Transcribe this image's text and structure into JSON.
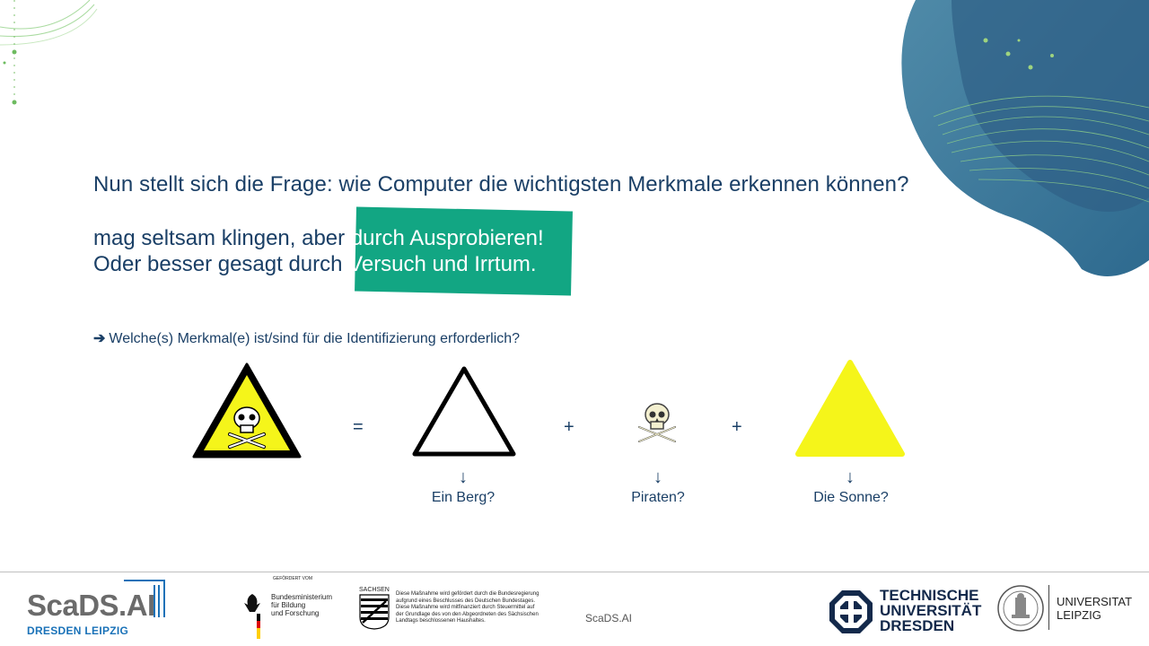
{
  "heading": {
    "question": "Nun stellt sich die Frage: wie Computer die wichtigsten Merkmale erkennen können?",
    "line1_plain": "mag seltsam klingen, aber ",
    "line1_highlight": "durch Ausprobieren!",
    "line2_plain": "Oder besser gesagt durch ",
    "line2_highlight": "Versuch und Irrtum.",
    "highlight_color": "#12a683",
    "text_color": "#1a3f66"
  },
  "subquestion": {
    "arrow": "➔",
    "text": "Welche(s) Merkmal(e) ist/sind für die Identifizierung erforderlich?"
  },
  "equation": {
    "equals": "=",
    "plus1": "+",
    "plus2": "+",
    "arrow": "↓",
    "captions": [
      "Ein Berg?",
      "Piraten?",
      "Die Sonne?"
    ],
    "icons": [
      "toxic-warning-sign-icon",
      "black-triangle-outline-icon",
      "skull-crossbones-icon",
      "yellow-triangle-icon"
    ],
    "colors": {
      "warning_yellow": "#f5f51a",
      "black": "#000000"
    }
  },
  "footer": {
    "scads_main": "ScaDS.AI",
    "scads_sub": "DRESDEN LEIPZIG",
    "bmbf_gefoerdert": "GEFÖRDERT VOM",
    "bmbf_name": [
      "Bundesministerium",
      "für Bildung",
      "und Forschung"
    ],
    "sachsen_label": "SACHSEN",
    "sachsen_text": [
      "Diese Maßnahme wird gefördert durch die Bundesregierung",
      "aufgrund eines Beschlusses des Deutschen Bundestages.",
      "Diese Maßnahme wird mitfinanziert durch Steuermittel auf",
      "der Grundlage des von den Abgeordneten des Sächsischen",
      "Landtags beschlossenen Haushaltes."
    ],
    "center_label": "ScaDS.AI",
    "tud_name": [
      "TECHNISCHE",
      "UNIVERSITÄT",
      "DRESDEN"
    ],
    "leipzig_name": [
      "UNIVERSITAT",
      "LEIPZIG"
    ]
  }
}
